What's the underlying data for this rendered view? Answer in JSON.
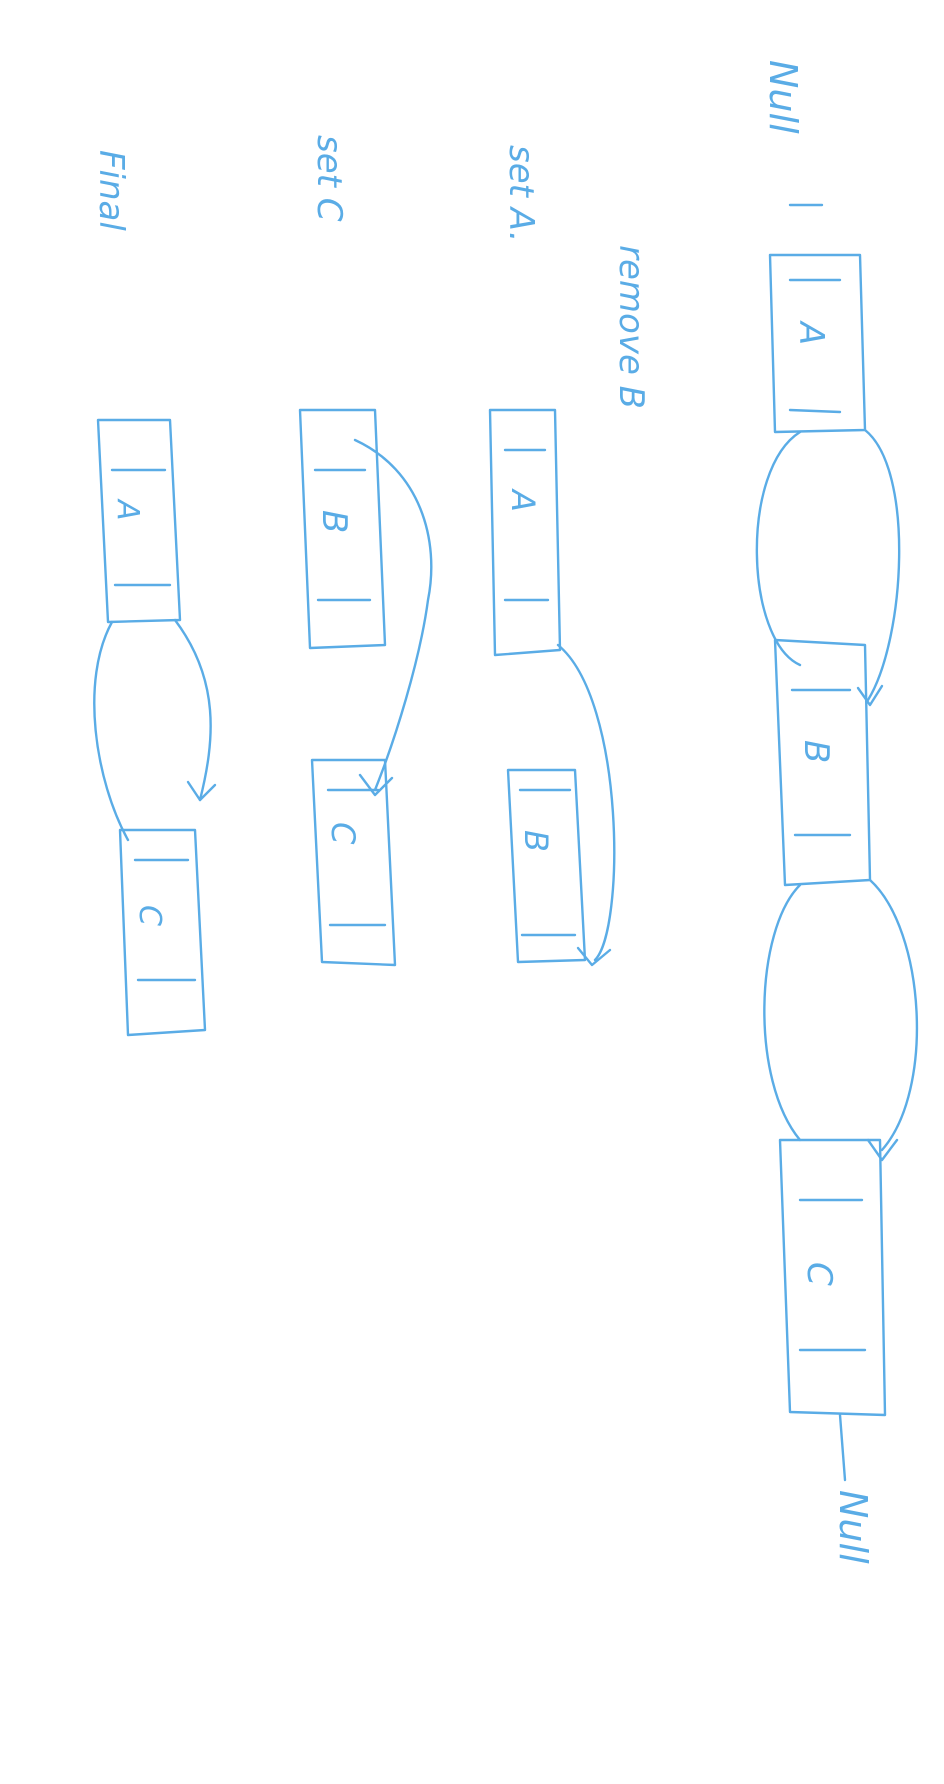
{
  "ink_color": "#5aace6",
  "background": "#ffffff",
  "rotation": "content drawn rotated 90 degrees clockwise",
  "rows": [
    {
      "id": "initial",
      "prefix": "Null",
      "suffix": "Null",
      "nodes": [
        "A",
        "B",
        "C"
      ],
      "links": [
        [
          "A",
          "B"
        ],
        [
          "B",
          "C"
        ]
      ]
    },
    {
      "id": "remove-b",
      "note": "remove B"
    },
    {
      "id": "set-a",
      "label": "set A.",
      "nodes": [
        "A",
        "B"
      ],
      "links": [
        [
          "A",
          "B"
        ]
      ]
    },
    {
      "id": "set-c",
      "label": "set C",
      "nodes": [
        "B",
        "C"
      ],
      "links": [
        [
          "B",
          "C"
        ]
      ]
    },
    {
      "id": "final",
      "label": "Final",
      "nodes": [
        "A",
        "C"
      ],
      "links": [
        [
          "A",
          "C"
        ]
      ]
    }
  ]
}
